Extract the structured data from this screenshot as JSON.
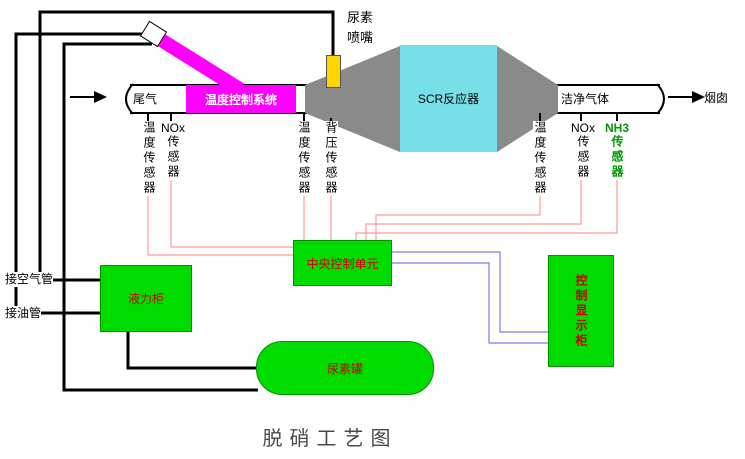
{
  "title": "脱硝工艺图",
  "flow": {
    "exhaust": "尾气",
    "clean_gas": "洁净气体",
    "chimney": "烟囱"
  },
  "equipment": {
    "temp_control": "温度控制系统",
    "urea_nozzle": "尿素喷嘴",
    "scr_reactor": "SCR反应器",
    "central_control_unit": "中央控制单元",
    "hydraulic_cabinet": "液力柜",
    "urea_tank": "尿素罐",
    "display_cabinet": "控制显示柜"
  },
  "connections": {
    "air_pipe": "接空气管",
    "oil_pipe": "接油管"
  },
  "sensors": {
    "left_temp": "温度传感器",
    "left_nox_head": "NOx",
    "left_nox_body": "传感器",
    "mid_temp": "温度传感器",
    "mid_backpressure": "背压传感器",
    "right_temp": "温度传感器",
    "right_nox_head": "NOx",
    "right_nox_body": "传感器",
    "right_nh3_head": "NH3",
    "right_nh3_body": "传感器"
  },
  "colors": {
    "magenta": "#ff00ff",
    "equipment_green": "#00dc00",
    "reactor_cyan": "#76dfe8",
    "injector_yellow": "#ffd400",
    "duct_gray": "#8a8a8a",
    "sensor_wire_pink": "#ff9b9b",
    "control_wire_blue": "#7b7bf0",
    "box_text_red": "#c80000",
    "nh3_green": "#009900"
  }
}
